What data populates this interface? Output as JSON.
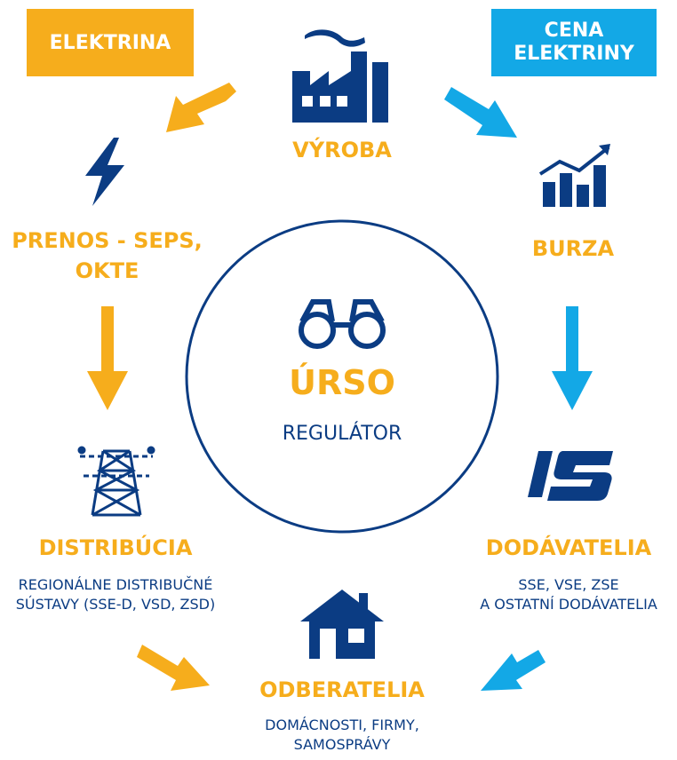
{
  "boxes": {
    "electricity": "ELEKTRINA",
    "price_line1": "CENA",
    "price_line2": "ELEKTRINY"
  },
  "nodes": {
    "production": "VÝROBA",
    "exchange": "BURZA",
    "transmission_line1": "PRENOS - SEPS,",
    "transmission_line2": "OKTE",
    "distribution": "DISTRIBÚCIA",
    "distribution_sub_line1": "REGIONÁLNE DISTRIBUČNÉ",
    "distribution_sub_line2": "SÚSTAVY (SSE-D, VSD, ZSD)",
    "suppliers": "DODÁVATELIA",
    "suppliers_sub_line1": "SSE, VSE, ZSE",
    "suppliers_sub_line2": "A OSTATNÍ DODÁVATELIA",
    "consumers": "ODBERATELIA",
    "consumers_sub_line1": "DOMÁCNOSTI, FIRMY,",
    "consumers_sub_line2": "SAMOSPRÁVY"
  },
  "center": {
    "title": "ÚRSO",
    "subtitle": "REGULÁTOR"
  },
  "colors": {
    "orange": "#f6ad1c",
    "blue": "#13a8e6",
    "navy": "#0b3c83"
  },
  "icons": [
    "factory-icon",
    "lightning-icon",
    "stock-chart-icon",
    "transmission-tower-icon",
    "supplier-s-icon",
    "house-icon",
    "binoculars-icon"
  ]
}
